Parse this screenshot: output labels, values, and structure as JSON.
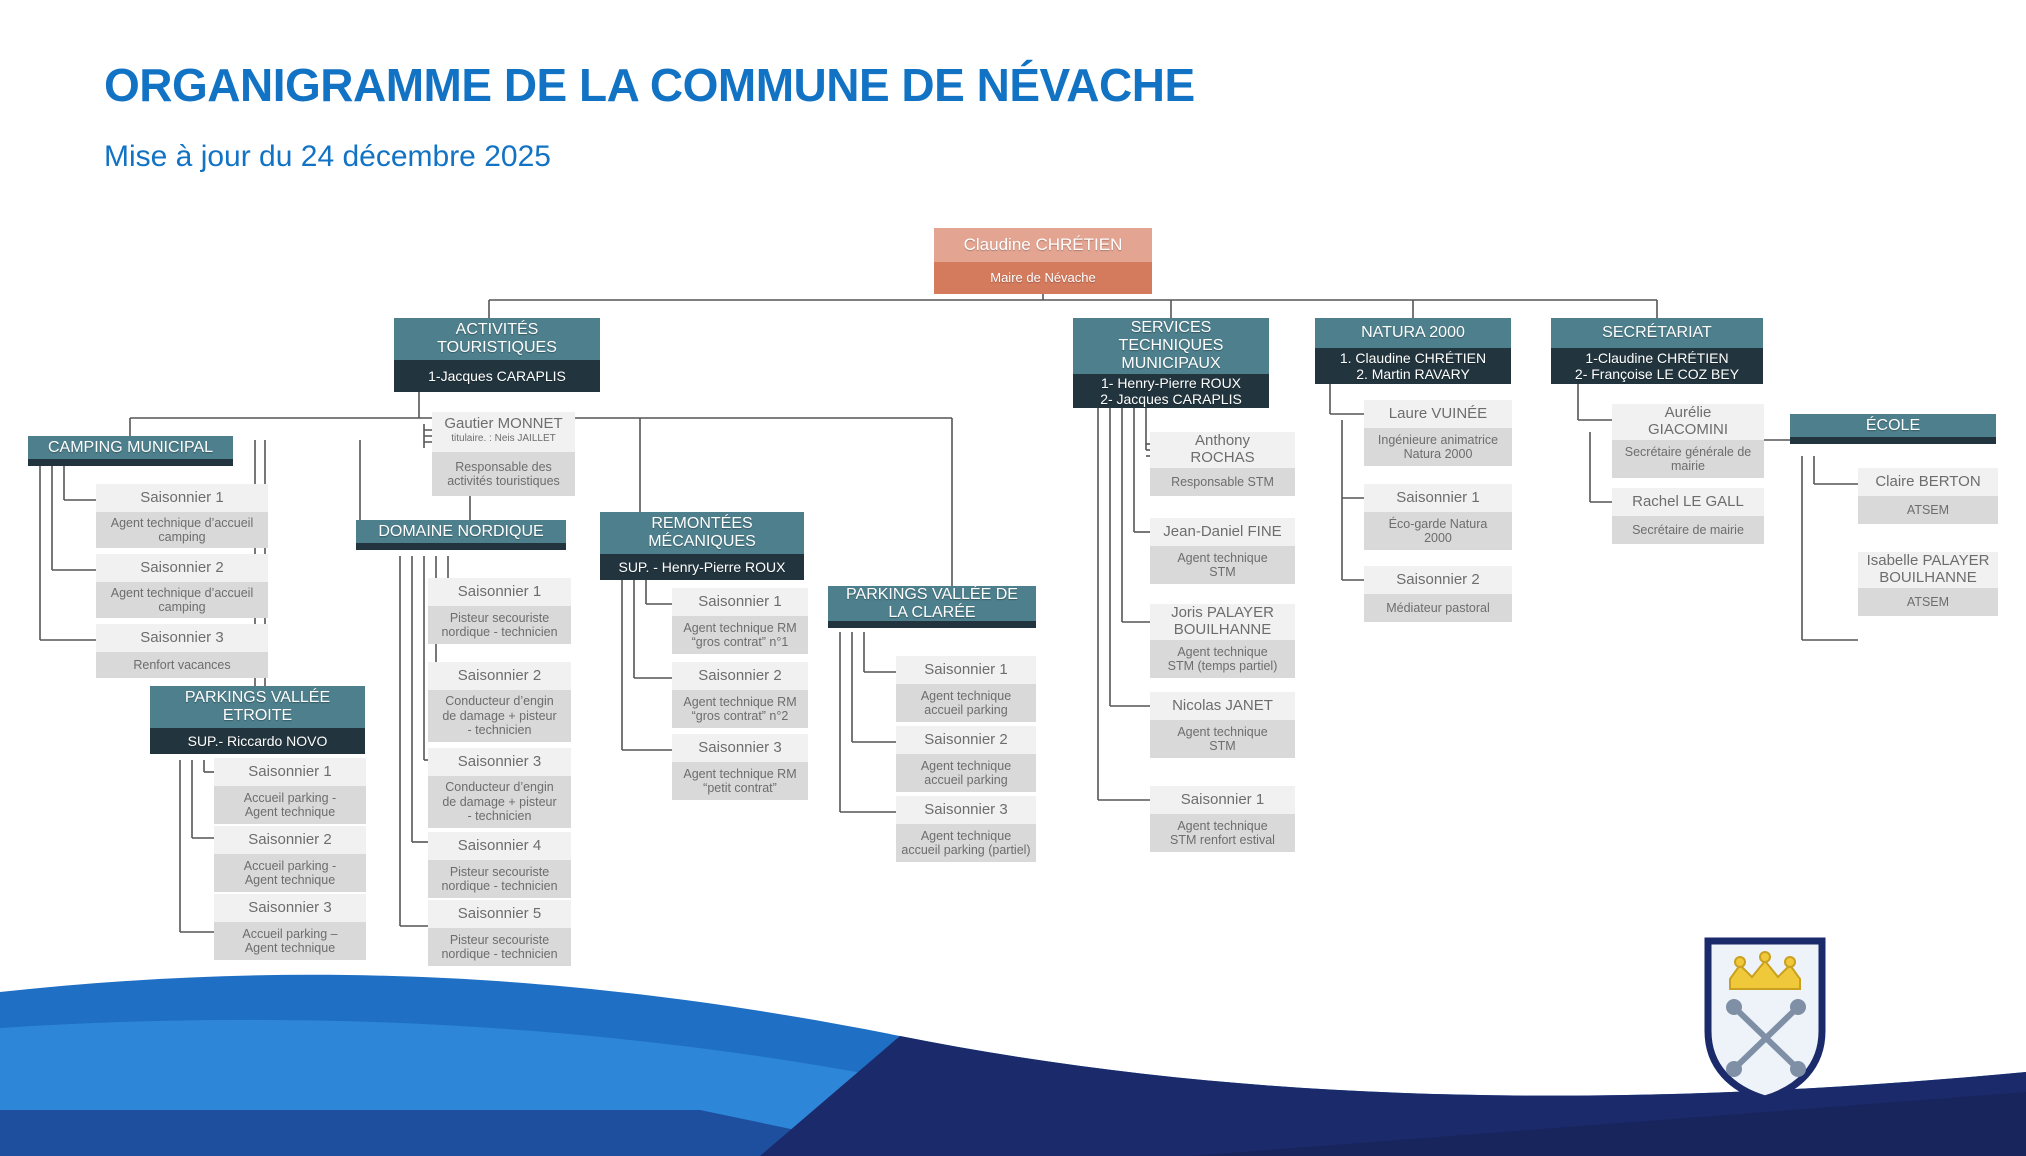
{
  "page": {
    "title": "ORGANIGRAMME DE LA COMMUNE DE NÉVACHE",
    "subtitle": "Mise à jour du 24 décembre 2025",
    "title_color": "#1273c4"
  },
  "colors": {
    "mayor_header": "#e3a491",
    "mayor_sub": "#d47a5d",
    "dept_header": "#4d7f8c",
    "dept_sub": "#22353e",
    "person_header": "#f1f1f1",
    "person_sub": "#d9d9d9",
    "connector": "#555555",
    "deco_blue_light": "#1f6fc4",
    "deco_blue_mid": "#1d4f9e",
    "deco_blue_dark": "#1b2a6b",
    "crest_body": "#e8eef7",
    "crest_border": "#1b2a6b",
    "crest_crown": "#f0c93a"
  },
  "mayor": {
    "name": "Claudine CHRÉTIEN",
    "role": "Maire de Névache"
  },
  "departments": {
    "activites_touristiques": {
      "title": "ACTIVITÉS\nTOURISTIQUES",
      "members": "1-Jacques CARAPLIS"
    },
    "services_techniques": {
      "title": "SERVICES\nTECHNIQUES\nMUNICIPAUX",
      "members": "1- Henry-Pierre ROUX\n2- Jacques CARAPLIS"
    },
    "natura_2000": {
      "title": "NATURA 2000",
      "members": "1.  Claudine CHRÉTIEN\n     2.  Martin RAVARY"
    },
    "secretariat": {
      "title": "SECRÉTARIAT",
      "members": "1-Claudine CHRÉTIEN\n2- Françoise LE COZ BEY"
    },
    "camping_municipal": {
      "title": "CAMPING MUNICIPAL"
    },
    "parkings_vallee_etroite": {
      "title": "PARKINGS VALLÉE\nETROITE",
      "members": "SUP.- Riccardo NOVO"
    },
    "domaine_nordique": {
      "title": "DOMAINE NORDIQUE"
    },
    "remontees_mecaniques": {
      "title": "REMONTÉES\nMÉCANIQUES",
      "members": "SUP.  - Henry-Pierre ROUX"
    },
    "parkings_vallee_claree": {
      "title": "PARKINGS VALLÉE DE\nLA CLARÉE"
    },
    "ecole": {
      "title": "ÉCOLE"
    }
  },
  "people": {
    "gautier_monnet": {
      "name": "Gautier MONNET",
      "note": "titulaire. : Neis JAILLET",
      "role": "Responsable des\nactivités touristiques"
    },
    "camping": [
      {
        "name": "Saisonnier 1",
        "role": "Agent technique d’accueil\ncamping"
      },
      {
        "name": "Saisonnier 2",
        "role": "Agent technique d’accueil\ncamping"
      },
      {
        "name": "Saisonnier 3",
        "role": "Renfort vacances"
      }
    ],
    "parkings_etroite": [
      {
        "name": "Saisonnier 1",
        "role": "Accueil parking -\nAgent technique"
      },
      {
        "name": "Saisonnier 2",
        "role": "Accueil parking -\nAgent technique"
      },
      {
        "name": "Saisonnier 3",
        "role": "Accueil parking –\nAgent technique"
      }
    ],
    "domaine_nordique": [
      {
        "name": "Saisonnier 1",
        "role": "Pisteur secouriste\nnordique - technicien"
      },
      {
        "name": "Saisonnier 2",
        "role": "Conducteur d’engin\nde damage + pisteur\n- technicien"
      },
      {
        "name": "Saisonnier 3",
        "role": "Conducteur d’engin\nde damage + pisteur\n- technicien"
      },
      {
        "name": "Saisonnier 4",
        "role": "Pisteur secouriste\nnordique - technicien"
      },
      {
        "name": "Saisonnier 5",
        "role": "Pisteur secouriste\nnordique - technicien"
      }
    ],
    "remontees": [
      {
        "name": "Saisonnier 1",
        "role": "Agent technique RM\n“gros contrat” n°1"
      },
      {
        "name": "Saisonnier 2",
        "role": "Agent technique RM\n“gros contrat” n°2"
      },
      {
        "name": "Saisonnier 3",
        "role": "Agent technique RM\n“petit contrat”"
      }
    ],
    "parkings_claree": [
      {
        "name": "Saisonnier 1",
        "role": "Agent technique\naccueil parking"
      },
      {
        "name": "Saisonnier 2",
        "role": "Agent technique\naccueil parking"
      },
      {
        "name": "Saisonnier 3",
        "role": "Agent technique\naccueil parking (partiel)"
      }
    ],
    "services_techniques": [
      {
        "name": "Anthony\nROCHAS",
        "role": "Responsable STM"
      },
      {
        "name": "Jean-Daniel FINE",
        "role": "Agent technique\nSTM"
      },
      {
        "name": "Joris PALAYER\nBOUILHANNE",
        "role": "Agent technique\nSTM (temps partiel)"
      },
      {
        "name": "Nicolas JANET",
        "role": "Agent technique\nSTM"
      },
      {
        "name": "Saisonnier 1",
        "role": "Agent technique\nSTM renfort estival"
      }
    ],
    "natura": [
      {
        "name": "Laure VUINÉE",
        "role": "Ingénieure animatrice\nNatura 2000"
      },
      {
        "name": "Saisonnier 1",
        "role": "Éco-garde Natura\n2000"
      },
      {
        "name": "Saisonnier 2",
        "role": "Médiateur pastoral"
      }
    ],
    "secretariat": [
      {
        "name": "Aurélie\nGIACOMINI",
        "role": "Secrétaire générale de\nmairie"
      },
      {
        "name": "Rachel LE GALL",
        "role": "Secrétaire de mairie"
      }
    ],
    "ecole": [
      {
        "name": "Claire BERTON",
        "role": "ATSEM"
      },
      {
        "name": "Isabelle PALAYER\nBOUILHANNE",
        "role": "ATSEM"
      }
    ]
  }
}
